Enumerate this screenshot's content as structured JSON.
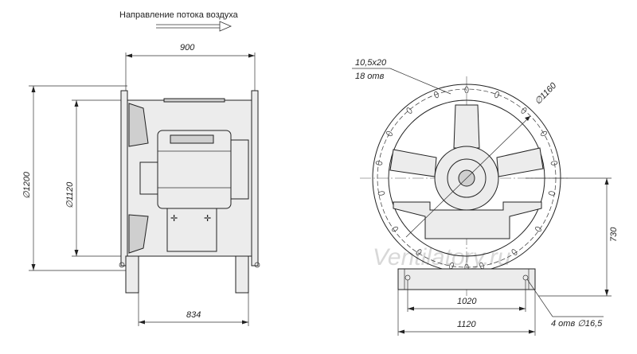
{
  "caption": {
    "flow_direction": "Направление потока воздуха"
  },
  "watermark": "Ventilatory.ru",
  "dimensions": {
    "length_900": "900",
    "length_834": "834",
    "diameter_1200": "∅1200",
    "diameter_1120": "∅1120",
    "diameter_1160": "∅1160",
    "slot_size": "10,5x20",
    "slot_count": "18 отв",
    "height_730": "730",
    "base_1020": "1020",
    "base_1120": "1120",
    "foot_holes": "4 отв ∅16,5"
  }
}
